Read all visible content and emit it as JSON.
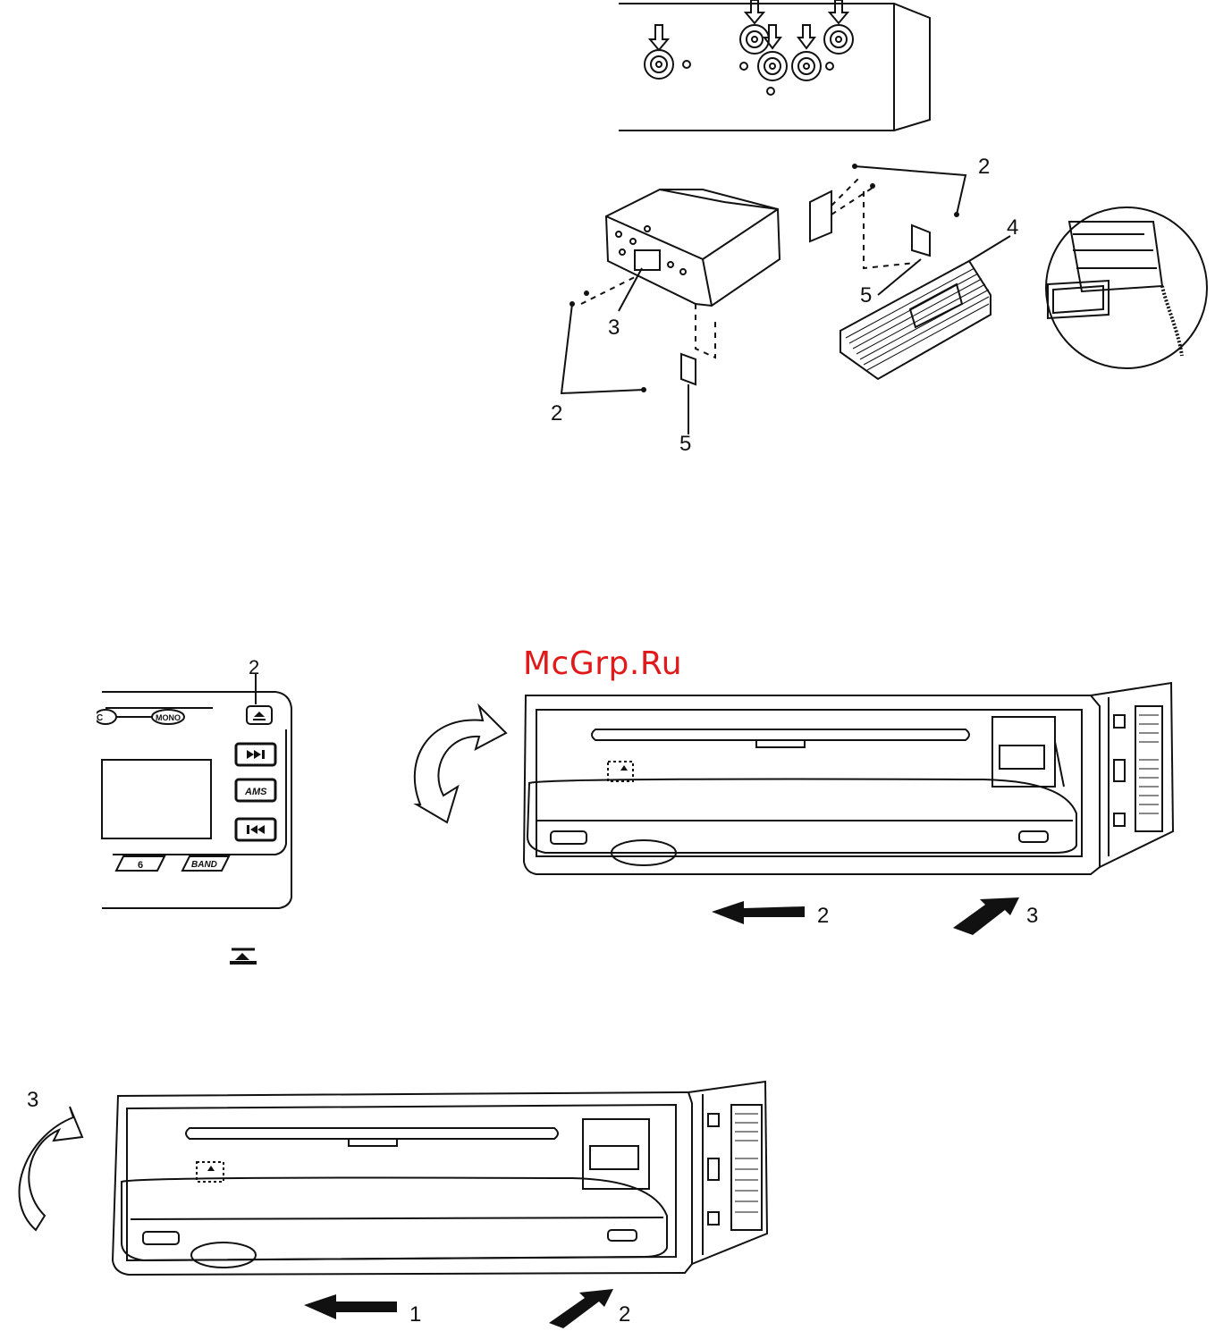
{
  "watermark": "McGrp.Ru",
  "figure_top": {
    "labels": [
      "2",
      "2",
      "3",
      "4",
      "5",
      "5"
    ]
  },
  "figure_button_panel": {
    "callout": "2",
    "buttons": {
      "mono": "MONO",
      "ams": "AMS",
      "preset": "6",
      "band": "BAND",
      "left_partial": "C"
    }
  },
  "figure_remove_front": {
    "step_labels": [
      "2",
      "3"
    ]
  },
  "figure_attach_front": {
    "step_labels": [
      "3",
      "1",
      "2"
    ]
  },
  "icons": {
    "eject": "eject-icon",
    "next": "next-track-icon",
    "prev": "previous-track-icon"
  }
}
